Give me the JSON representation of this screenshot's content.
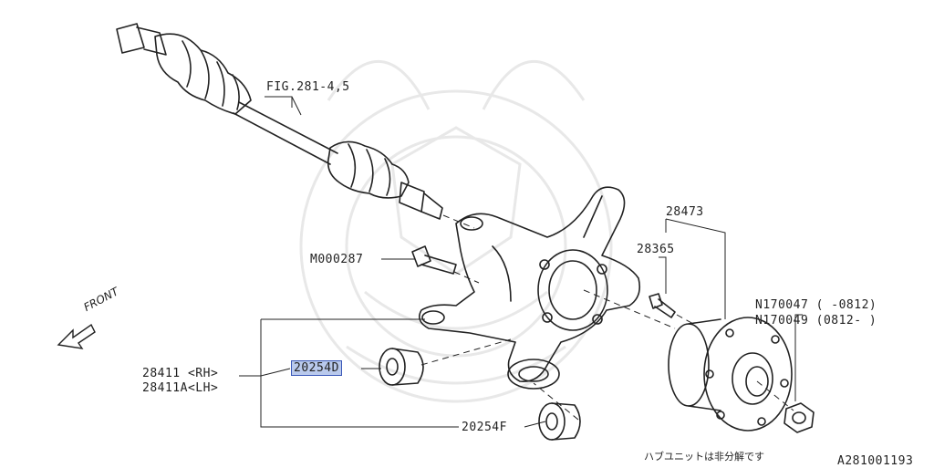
{
  "diagram": {
    "watermark": "samurai-crest-watermark",
    "labels": {
      "fig_ref": "FIG.281-4,5",
      "bolt": "M000287",
      "hub_assy": "28473",
      "hub_bolt": "28365",
      "nut_1": "N170047 ( -0812)",
      "nut_2": "N170049 (0812- )",
      "housing_rh": "28411 <RH>",
      "housing_lh": "28411A<LH>",
      "bushing_selected": "20254D",
      "bushing_f": "20254F",
      "note_jp": "ハブユニットは非分解です",
      "diagram_id": "A281001193",
      "front": "FRONT"
    },
    "colors": {
      "line": "#222222",
      "highlight_fill": "#b9c9ec",
      "highlight_border": "#3a58b8",
      "watermark": "#e6e6e6"
    }
  }
}
